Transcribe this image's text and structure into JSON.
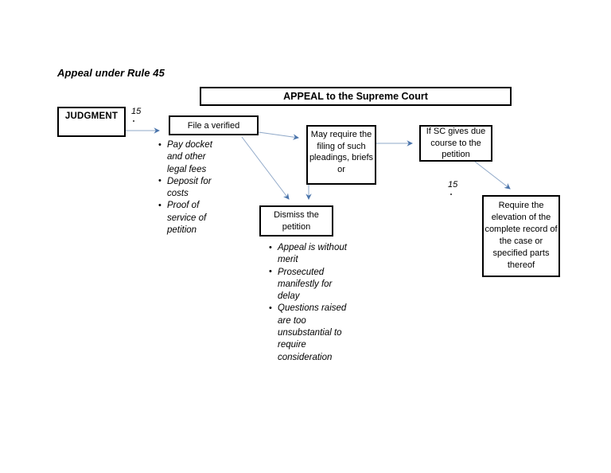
{
  "heading": "Appeal under Rule 45",
  "banner": {
    "title": "APPEAL to the Supreme Court"
  },
  "boxes": {
    "judgment": "JUDGMENT",
    "file_verified": "File a verified",
    "may_require": "May require the filing of such pleadings, briefs or",
    "if_sc_gives": "If SC gives due course to the petition",
    "dismiss": "Dismiss the petition",
    "require_elevation": "Require the elevation of the complete record of the case or specified parts thereof"
  },
  "bullets_file_verified": [
    "Pay docket and other legal fees",
    "Deposit for costs",
    "Proof of service of petition"
  ],
  "bullets_dismiss": [
    "Appeal is without merit",
    "Prosecuted manifestly for delay",
    "Questions raised are too unsubstantial to require consideration"
  ],
  "labels": {
    "days_judgment_to_file": "15",
    "days_due_course_to_elevation": "15"
  },
  "colors": {
    "arrow": "#4a74ab",
    "connector_line": "#8fa8c8",
    "box_border": "#000000",
    "text": "#000000",
    "background": "#ffffff"
  }
}
